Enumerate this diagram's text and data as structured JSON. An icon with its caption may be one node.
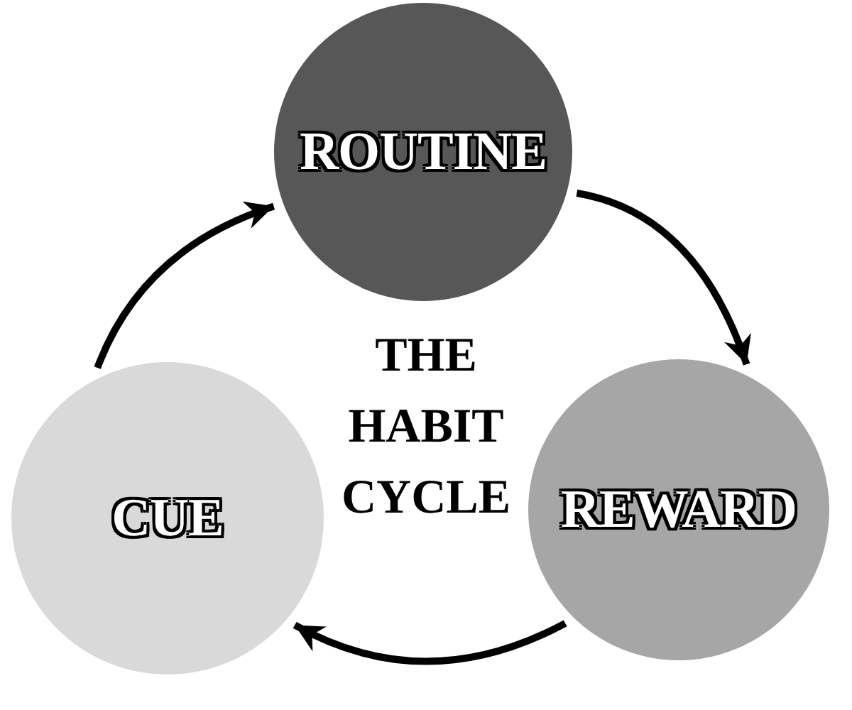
{
  "diagram": {
    "title": "THE HABIT CYCLE",
    "nodes": [
      {
        "text": [
          "ROUTINE"
        ]
      },
      {
        "text": [
          "CUE"
        ]
      },
      {
        "text": [
          "REWARD"
        ]
      }
    ],
    "edges": [
      {
        "from": 1,
        "to": 0,
        "arrow": "to"
      },
      {
        "from": 0,
        "to": 2,
        "arrow": "to"
      },
      {
        "from": 2,
        "to": 1,
        "arrow": "to"
      }
    ]
  }
}
